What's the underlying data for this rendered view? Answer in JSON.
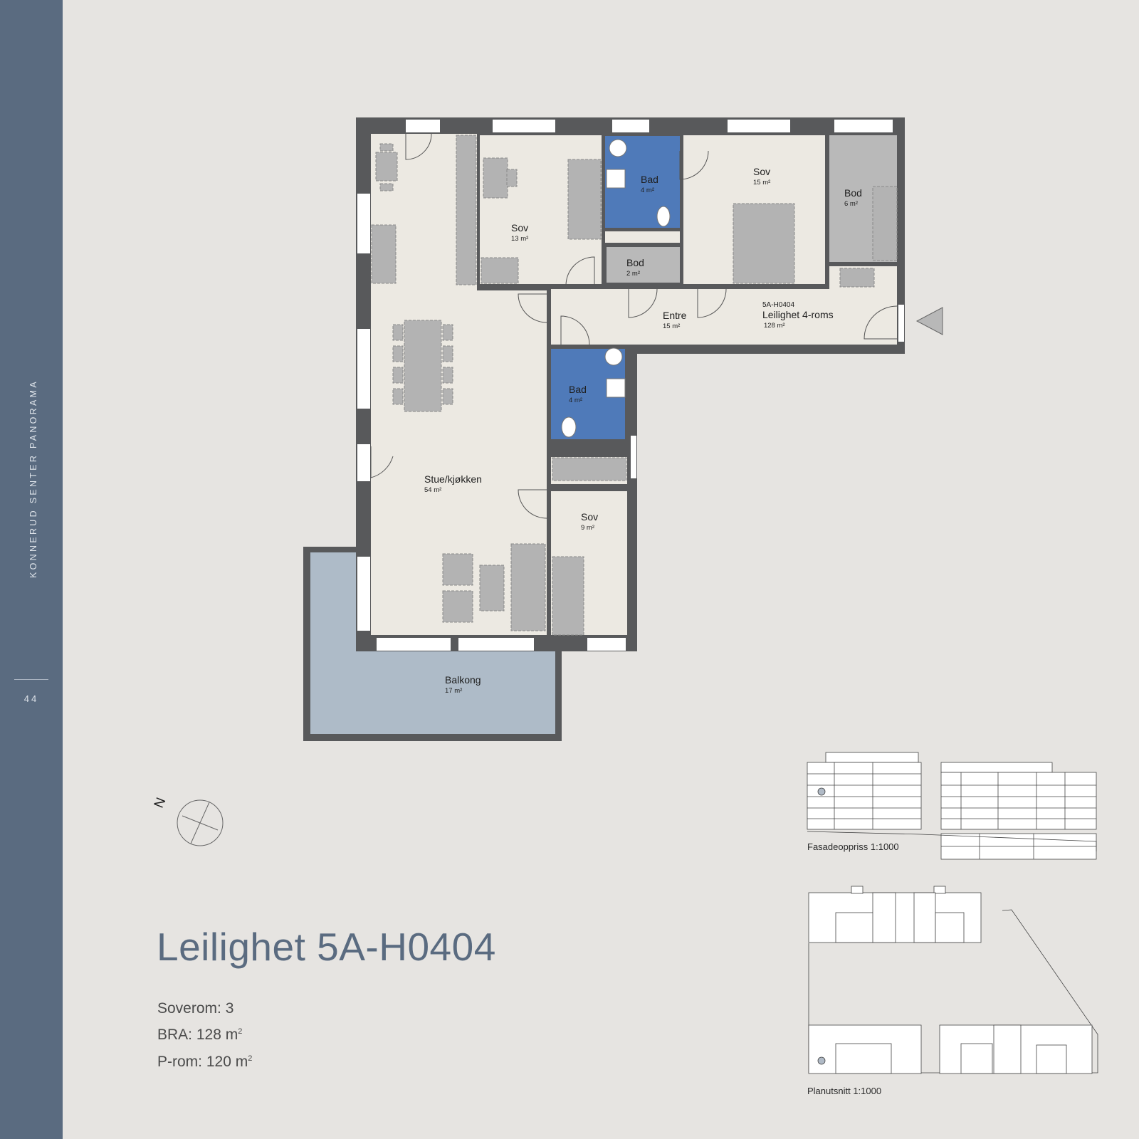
{
  "sidebar": {
    "project_name": "KONNERUD SENTER PANORAMA",
    "page_number": "44"
  },
  "rooms": [
    {
      "id": "sov1",
      "name": "Sov",
      "area": "13 m²"
    },
    {
      "id": "bad1",
      "name": "Bad",
      "area": "4 m²"
    },
    {
      "id": "sov2",
      "name": "Sov",
      "area": "15 m²"
    },
    {
      "id": "bod1",
      "name": "Bod",
      "area": "6 m²"
    },
    {
      "id": "bod2",
      "name": "Bod",
      "area": "2 m²"
    },
    {
      "id": "entre",
      "name": "Entre",
      "area": "15 m²"
    },
    {
      "id": "bad2",
      "name": "Bad",
      "area": "4 m²"
    },
    {
      "id": "stue",
      "name": "Stue/kjøkken",
      "area": "54 m²"
    },
    {
      "id": "sov3",
      "name": "Sov",
      "area": "9 m²"
    },
    {
      "id": "balkong",
      "name": "Balkong",
      "area": "17 m²"
    }
  ],
  "unit_label": {
    "code": "5A-H0404",
    "type": "Leilighet 4-roms",
    "area": "128 m²"
  },
  "compass": {
    "label": "N"
  },
  "heading": "Leilighet 5A-H0404",
  "info": {
    "soverom": "Soverom: 3",
    "bra_prefix": "BRA: 128 m",
    "bra_sup": "2",
    "prom_prefix": "P-rom: 120 m",
    "prom_sup": "2"
  },
  "captions": {
    "fasade": "Fasadeoppriss 1:1000",
    "plan": "Planutsnitt 1:1000"
  },
  "colors": {
    "sidebar": "#5a6b80",
    "background": "#e6e4e1",
    "floor": "#ece9e2",
    "wall": "#58595b",
    "bathroom": "#4f7ab9",
    "balcony": "#aebbc8",
    "storage": "#b9b9b9",
    "furniture": "#b3b3b3"
  }
}
